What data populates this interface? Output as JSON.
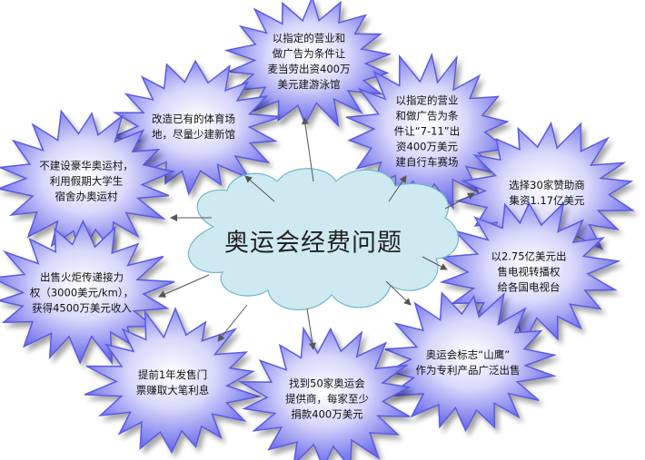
{
  "title": "奥运会经费问题",
  "colors": {
    "star_edge": "#5a5ae6",
    "star_center": "#ffffff",
    "cloud_fill": "#cfe9f1",
    "cloud_stroke": "#6fb8c8",
    "arrow": "#555555"
  },
  "nodes": [
    {
      "id": "mcdonalds",
      "lines": [
        "以指定的营业和",
        "做广告为条件让",
        "麦当劳出资400万",
        "美元建游泳馆"
      ]
    },
    {
      "id": "renovate",
      "lines": [
        "改造已有的体育场",
        "地，尽量少建新馆"
      ]
    },
    {
      "id": "seven-eleven",
      "lines": [
        "以指定的营业",
        "和做广告为条",
        "件让“7-11”出",
        "资400万美元",
        "建自行车赛场"
      ]
    },
    {
      "id": "village",
      "lines": [
        "不建设豪华奥运村，",
        "利用假期大学生",
        "宿舍办奥运村"
      ]
    },
    {
      "id": "sponsors",
      "lines": [
        "选择30家赞助商",
        "集资1.17亿美元"
      ]
    },
    {
      "id": "tv-rights",
      "lines": [
        "以2.75亿美元出",
        "售电视转播权",
        "给各国电视台"
      ]
    },
    {
      "id": "torch",
      "lines": [
        "出售火炬传递接力",
        "权（3000美元/km），",
        "获得4500万美元收入"
      ]
    },
    {
      "id": "mascot",
      "lines": [
        "奥运会标志“山鹰”",
        "作为专利产品广泛出售"
      ]
    },
    {
      "id": "tickets",
      "lines": [
        "提前1年发售门",
        "票赚取大笔利息"
      ]
    },
    {
      "id": "suppliers",
      "lines": [
        "找到50家奥运会",
        "提供商，每家至少",
        "捐款400万美元"
      ]
    }
  ]
}
